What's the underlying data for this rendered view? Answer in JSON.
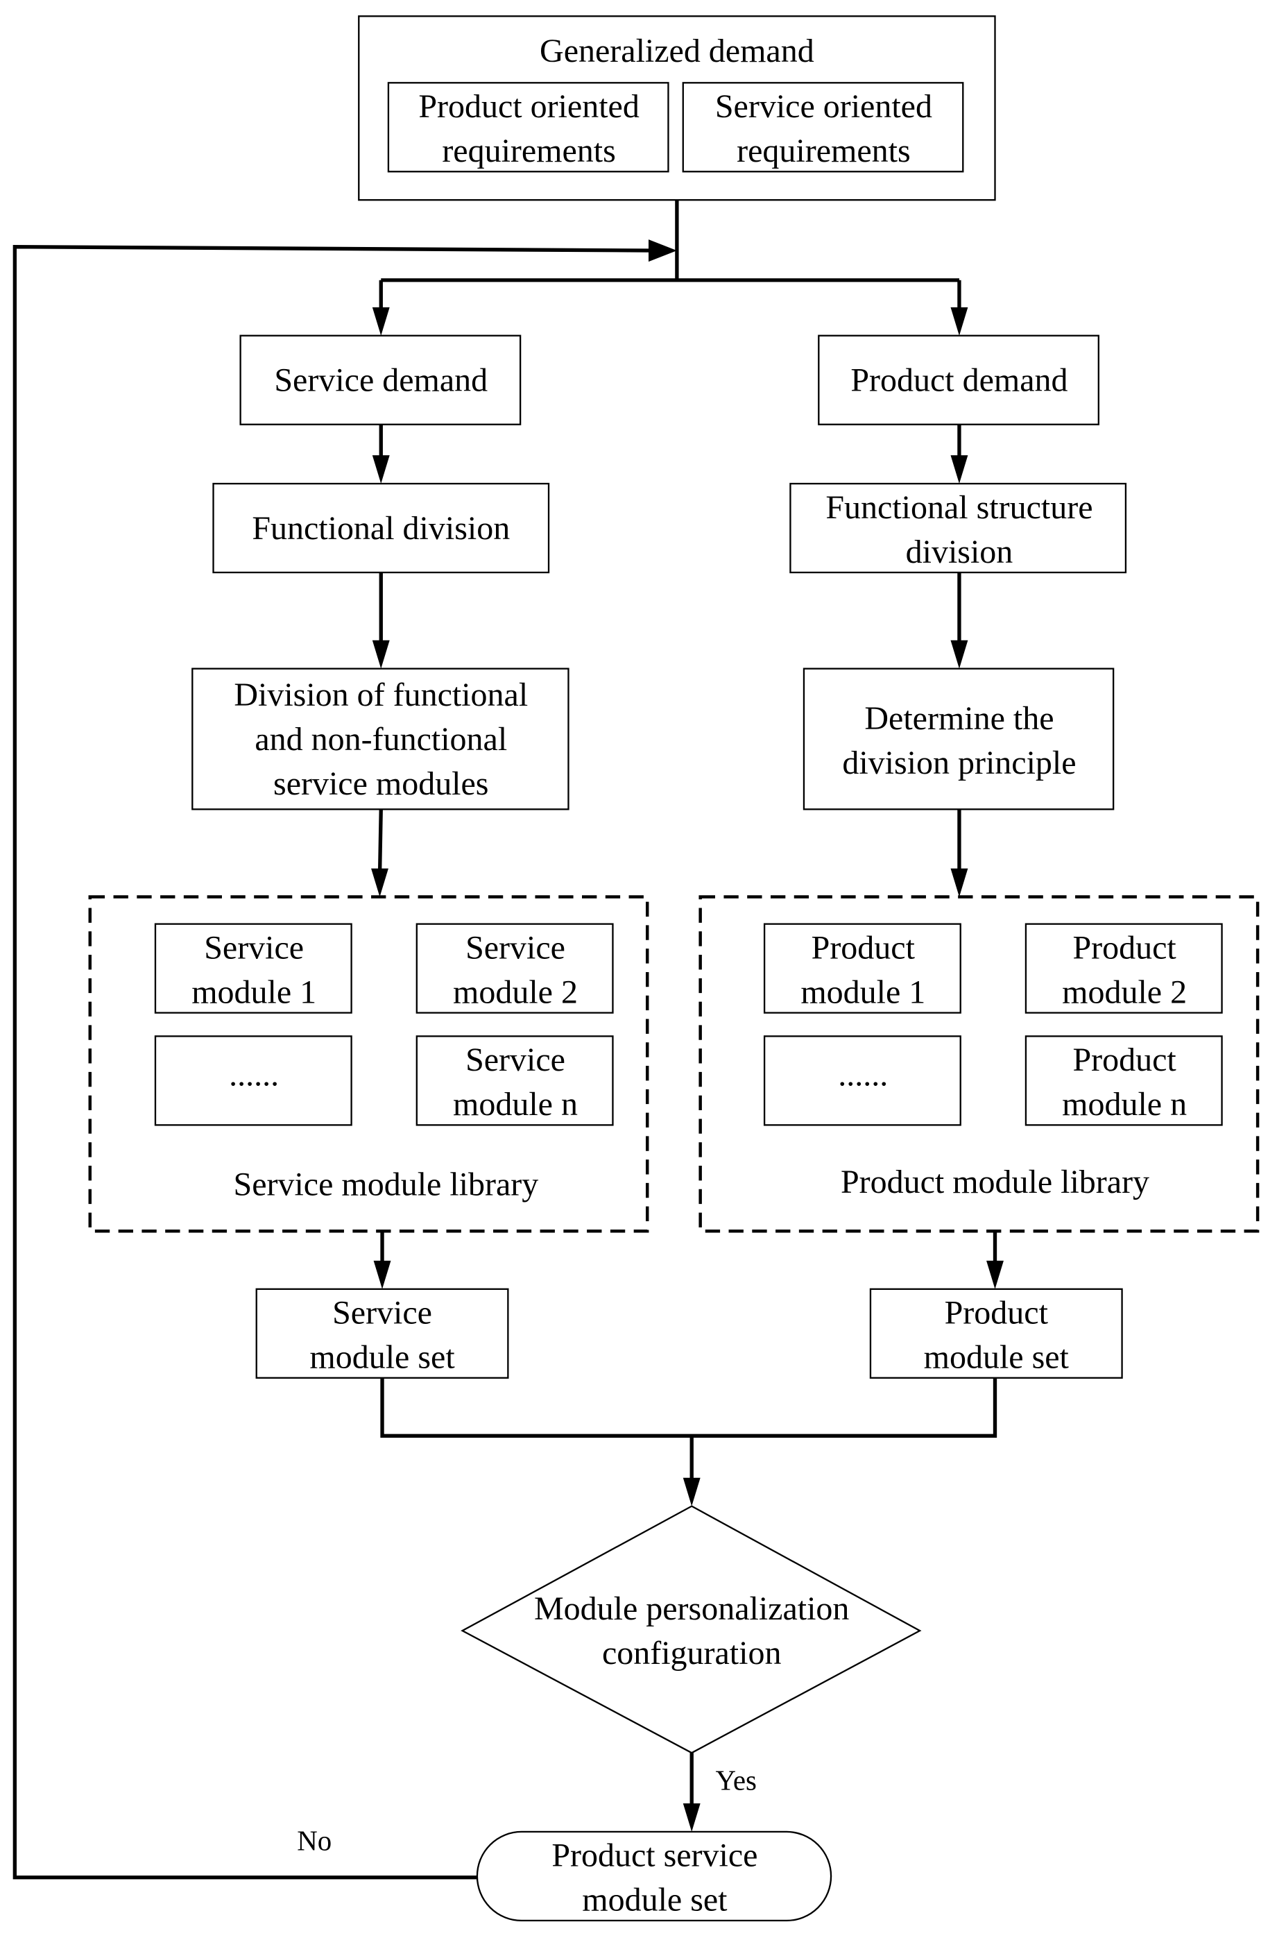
{
  "diagram": {
    "top": {
      "title": "Generalized demand",
      "product_req": [
        "Product oriented",
        "requirements"
      ],
      "service_req": [
        "Service oriented",
        "requirements"
      ]
    },
    "service_branch": {
      "demand": "Service demand",
      "division": "Functional division",
      "modules_division": [
        "Division of functional",
        "and non-functional",
        "service modules"
      ],
      "library": {
        "modules": [
          [
            "Service",
            "module 1"
          ],
          [
            "Service",
            "module 2"
          ],
          [
            "......"
          ],
          [
            "Service",
            "module n"
          ]
        ],
        "label": "Service module library"
      },
      "set": [
        "Service",
        "module set"
      ]
    },
    "product_branch": {
      "demand": "Product demand",
      "division": [
        "Functional structure",
        "division"
      ],
      "principle": [
        "Determine the",
        "division principle"
      ],
      "library": {
        "modules": [
          [
            "Product",
            "module 1"
          ],
          [
            "Product",
            "module 2"
          ],
          [
            "......"
          ],
          [
            "Product",
            "module n"
          ]
        ],
        "label": "Product module library"
      },
      "set": [
        "Product",
        "module set"
      ]
    },
    "decision": [
      "Module personalization",
      "configuration"
    ],
    "yes_label": "Yes",
    "no_label": "No",
    "result": [
      "Product service",
      "module set"
    ]
  }
}
